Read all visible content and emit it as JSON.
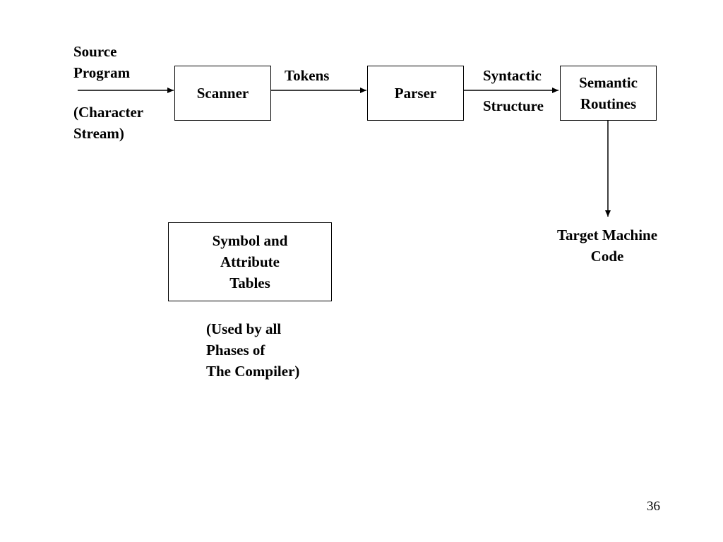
{
  "input": {
    "line1": "Source",
    "line2": "Program",
    "line3": "(Character",
    "line4": "Stream)"
  },
  "scanner": {
    "label": "Scanner"
  },
  "tokens": {
    "label": "Tokens"
  },
  "parser": {
    "label": "Parser"
  },
  "syntactic": {
    "line1": "Syntactic",
    "line2": "Structure"
  },
  "semantic": {
    "line1": "Semantic",
    "line2": "Routines"
  },
  "target": {
    "line1": "Target Machine",
    "line2": "Code"
  },
  "symbol_table": {
    "line1": "Symbol and",
    "line2": "Attribute",
    "line3": "Tables"
  },
  "usage_note": {
    "line1": "(Used by all",
    "line2": "Phases of",
    "line3": "The Compiler)"
  },
  "page": {
    "number": "36"
  }
}
